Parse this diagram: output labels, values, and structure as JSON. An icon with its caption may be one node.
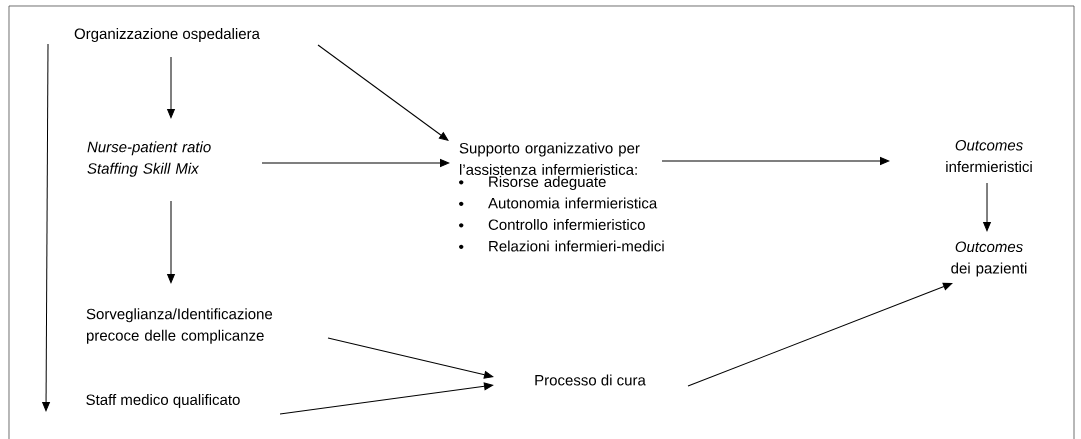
{
  "diagram": {
    "nodes": [
      {
        "text": [
          "Organizzazione ospedaliera"
        ]
      },
      {
        "text": [
          "Nurse-patient ratio Staffing Skill Mix"
        ]
      },
      {
        "text": [
          "Supporto organizzativo per l’assistenza infermieristica:",
          "Risorse adeguate",
          "Autonomia infermieristica",
          "Controllo infermieristico",
          "Relazioni infermieri-medici"
        ]
      },
      {
        "text": [
          "*Outcomes* infermieristici"
        ]
      },
      {
        "text": [
          "*Outcomes* dei pazienti"
        ]
      },
      {
        "text": [
          "Sorveglianza/Identificazione precoce delle complicanze"
        ]
      },
      {
        "text": [
          "Staff medico qualificato"
        ]
      },
      {
        "text": [
          "Processo di cura"
        ]
      }
    ],
    "edges": [
      {
        "from": 0,
        "to": 1,
        "arrow": "to"
      },
      {
        "from": 0,
        "to": 2,
        "arrow": "to"
      },
      {
        "from": 0,
        "to": 6,
        "arrow": "to"
      },
      {
        "from": 1,
        "to": 2,
        "arrow": "to"
      },
      {
        "from": 1,
        "to": 5,
        "arrow": "to"
      },
      {
        "from": 2,
        "to": 3,
        "arrow": "to"
      },
      {
        "from": 3,
        "to": 4,
        "arrow": "to"
      },
      {
        "from": 5,
        "to": 7,
        "arrow": "to"
      },
      {
        "from": 6,
        "to": 7,
        "arrow": "to"
      },
      {
        "from": 7,
        "to": 4,
        "arrow": "to"
      }
    ]
  }
}
